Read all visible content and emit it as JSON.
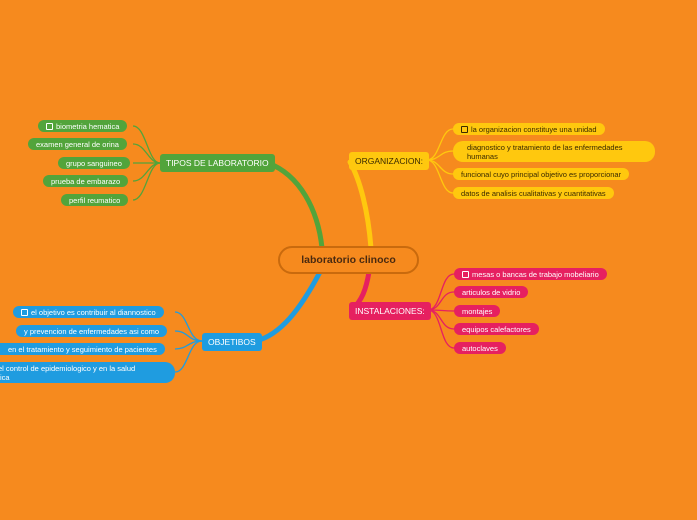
{
  "central": "laboratorio clinoco",
  "colors": {
    "background": "#f68a1e",
    "green": "#52a43b",
    "yellow": "#ffc80e",
    "pink": "#e62060",
    "blue": "#1f9ce0"
  },
  "branches": {
    "tipos": {
      "label": "TIPOS DE LABORATORIO",
      "items": [
        "biometria hematica",
        "examen general de orina",
        "grupo sanguineo",
        "prueba de embarazo",
        "perfil reumatico"
      ]
    },
    "organizacion": {
      "label": "ORGANIZACION:",
      "items": [
        "la organizacion constituye una unidad",
        "diagnostico y tratamiento de las enfermedades humanas",
        "funcional cuyo principal objetivo es proporcionar",
        "datos de analisis cualitativas y cuantitativas"
      ]
    },
    "instalaciones": {
      "label": "INSTALACIONES:",
      "items": [
        "mesas o bancas de trabajo mobeliario",
        "articulos de vidrio",
        "montajes",
        "equipos calefactores",
        "autoclaves"
      ]
    },
    "objetivos": {
      "label": "OBJETIBOS",
      "items": [
        "el objetivo es contribuir al diannostico",
        "y prevencion de enfermedades asi como",
        "en el tratamiento y seguimiento de pacientes",
        "el control de epidemiologico y en la salud\nica"
      ]
    }
  }
}
